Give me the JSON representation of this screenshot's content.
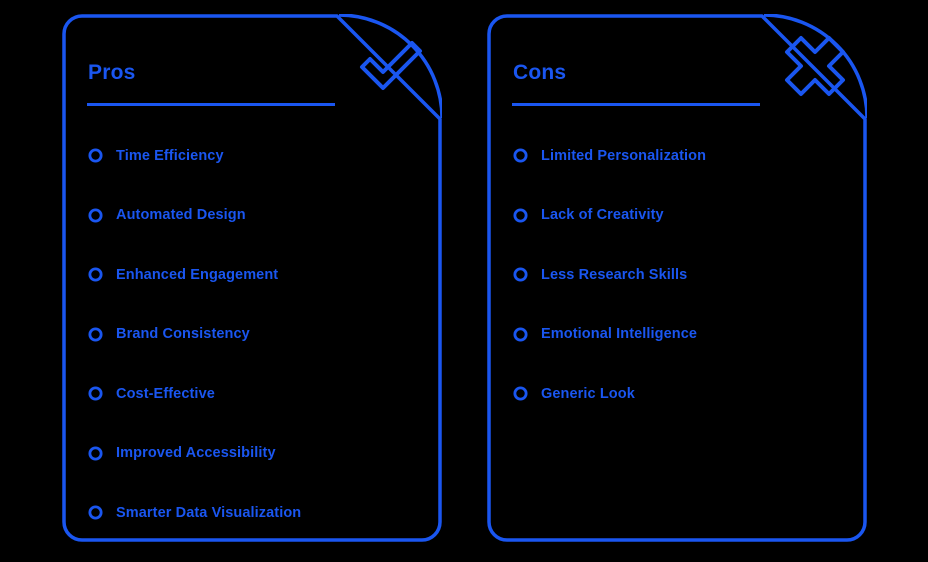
{
  "theme": {
    "background_color": "#000000",
    "accent_color": "#1a56f0",
    "stroke_color": "#1a56f0"
  },
  "cards": [
    {
      "id": "pros",
      "title": "Pros",
      "corner_icon": "check-icon",
      "items": [
        {
          "icon": "circle-bullet-icon",
          "label": "Time Efficiency"
        },
        {
          "icon": "circle-bullet-icon",
          "label": "Automated Design"
        },
        {
          "icon": "circle-bullet-icon",
          "label": "Enhanced Engagement"
        },
        {
          "icon": "circle-bullet-icon",
          "label": "Brand Consistency"
        },
        {
          "icon": "circle-bullet-icon",
          "label": "Cost-Effective"
        },
        {
          "icon": "circle-bullet-icon",
          "label": "Improved Accessibility"
        },
        {
          "icon": "circle-bullet-icon",
          "label": "Smarter Data Visualization"
        }
      ]
    },
    {
      "id": "cons",
      "title": "Cons",
      "corner_icon": "cross-icon",
      "items": [
        {
          "icon": "circle-bullet-icon",
          "label": "Limited Personalization"
        },
        {
          "icon": "circle-bullet-icon",
          "label": "Lack of Creativity"
        },
        {
          "icon": "circle-bullet-icon",
          "label": "Less Research Skills"
        },
        {
          "icon": "circle-bullet-icon",
          "label": "Emotional Intelligence"
        },
        {
          "icon": "circle-bullet-icon",
          "label": "Generic Look"
        }
      ]
    }
  ]
}
